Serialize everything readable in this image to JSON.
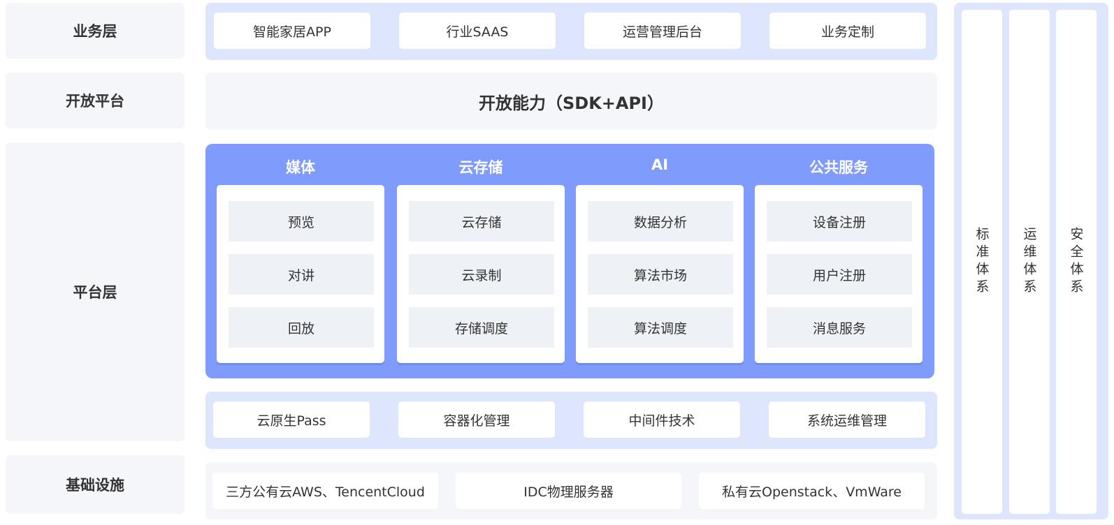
{
  "layers": {
    "business": "业务层",
    "open_platform": "开放平台",
    "platform": "平台层",
    "infrastructure": "基础设施"
  },
  "business_items": [
    "智能家居APP",
    "行业SAAS",
    "运营管理后台",
    "业务定制"
  ],
  "open_capability": "开放能力（SDK+API）",
  "platform_columns": [
    {
      "title": "媒体",
      "items": [
        "预览",
        "对讲",
        "回放"
      ]
    },
    {
      "title": "云存储",
      "items": [
        "云存储",
        "云录制",
        "存储调度"
      ]
    },
    {
      "title": "AI",
      "items": [
        "数据分析",
        "算法市场",
        "算法调度"
      ]
    },
    {
      "title": "公共服务",
      "items": [
        "设备注册",
        "用户注册",
        "消息服务"
      ]
    }
  ],
  "platform_base_items": [
    "云原生Pass",
    "容器化管理",
    "中间件技术",
    "系统运维管理"
  ],
  "infrastructure_items": [
    "三方公有云AWS、TencentCloud",
    "IDC物理服务器",
    "私有云Openstack、VmWare"
  ],
  "side_systems": [
    "标准体系",
    "运维体系",
    "安全体系"
  ],
  "colors": {
    "platform_blue": "#7f9bfc",
    "band_blue": "#dde6fd",
    "panel_gray": "#f4f6fa",
    "item_gray": "#eef1f6"
  }
}
